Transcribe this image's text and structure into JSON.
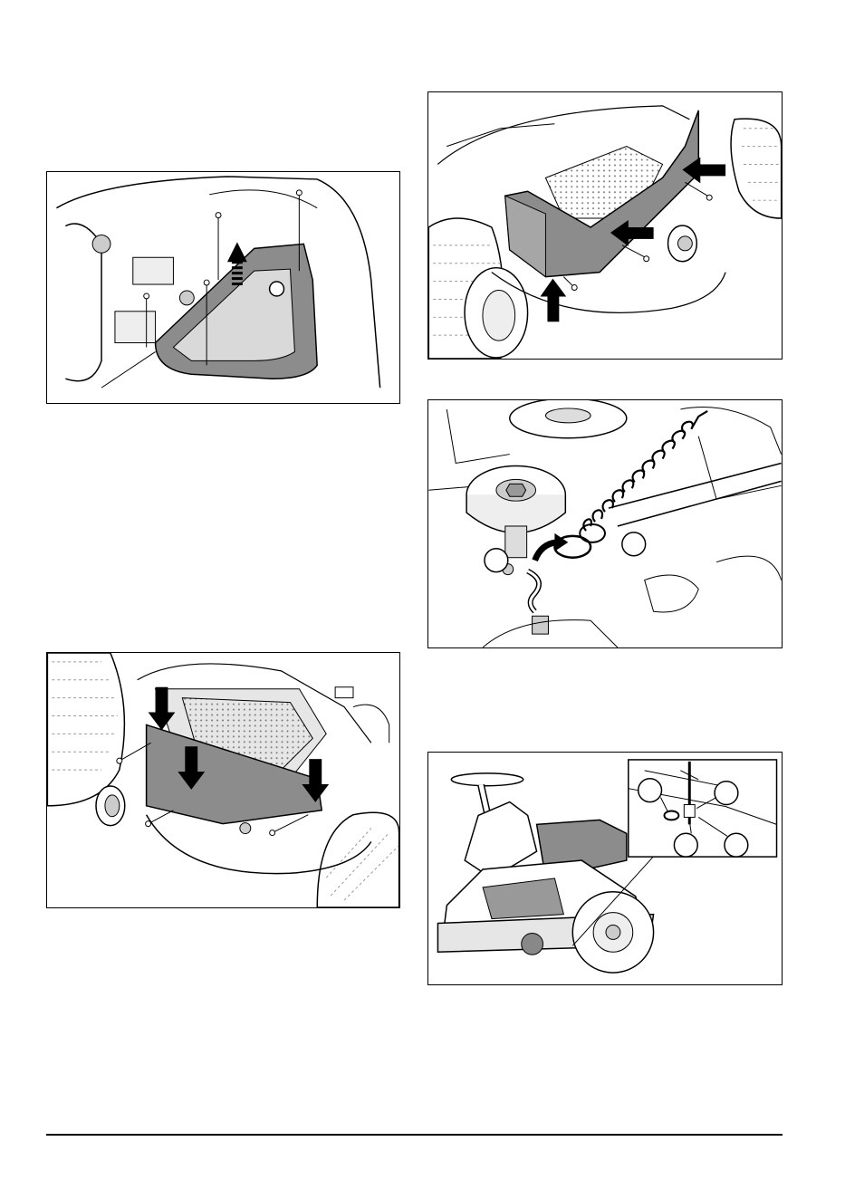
{
  "figures": [
    {
      "id": "fig1",
      "depicts": "remove-top-cover"
    },
    {
      "id": "fig2",
      "depicts": "install-belt-cover"
    },
    {
      "id": "fig3",
      "depicts": "remove-belt-cover"
    },
    {
      "id": "fig4",
      "depicts": "tension-spring-pulley"
    },
    {
      "id": "fig5",
      "depicts": "mower-deck-linkage-detail"
    }
  ],
  "colors": {
    "line": "#000000",
    "shade": "#8c8c8c",
    "light": "#d9d9d9",
    "background": "#ffffff"
  }
}
